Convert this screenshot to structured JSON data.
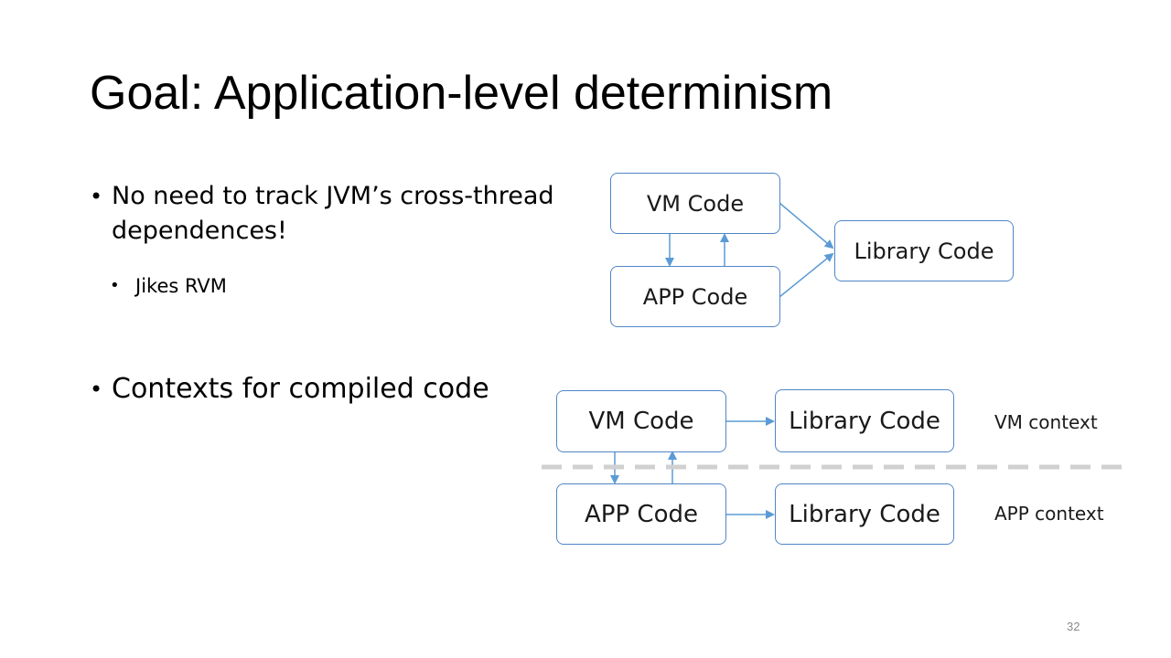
{
  "slide": {
    "title": "Goal: Application-level determinism",
    "page_number": "32"
  },
  "bullets": {
    "item1": "No need to track JVM’s cross-thread dependences!",
    "subitem1": "Jikes RVM",
    "item2": "Contexts for compiled code"
  },
  "diagram_top": {
    "vm_code": "VM Code",
    "app_code": "APP Code",
    "library_code": "Library Code"
  },
  "diagram_bottom": {
    "vm_code": "VM Code",
    "vm_library_code": "Library Code",
    "app_code": "APP Code",
    "app_library_code": "Library Code",
    "vm_context": "VM context",
    "app_context": "APP context"
  },
  "colors": {
    "box_border": "#4f86c6",
    "arrow": "#5b9bd5",
    "divider": "#d0d0d0"
  }
}
